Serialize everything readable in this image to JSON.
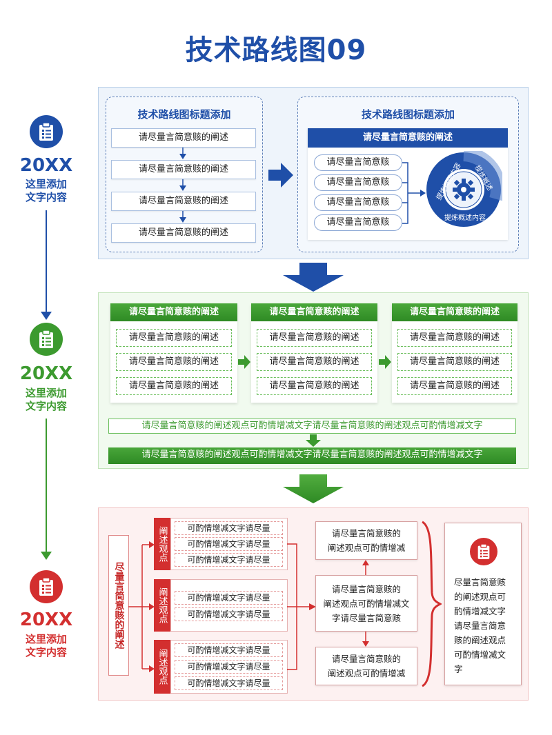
{
  "title": "技术路线图09",
  "timeline": [
    {
      "year": "20XX",
      "text": "这里添加\n文字内容",
      "color": "#1f4fa8",
      "icon": "clipboard-icon"
    },
    {
      "year": "20XX",
      "text": "这里添加\n文字内容",
      "color": "#3c9a2f",
      "icon": "clipboard-icon"
    },
    {
      "year": "20XX",
      "text": "这里添加\n文字内容",
      "color": "#d32f2f",
      "icon": "clipboard-icon"
    }
  ],
  "section1": {
    "left_title": "技术路线图标题添加",
    "left_items": [
      "请尽量言简意赅的阐述",
      "请尽量言简意赅的阐述",
      "请尽量言简意赅的阐述",
      "请尽量言简意赅的阐述"
    ],
    "right_title": "技术路线图标题添加",
    "right_bar": "请尽量言简意赅的阐述",
    "pills": [
      "请尽量言简意赅",
      "请尽量言简意赅",
      "请尽量言简意赅",
      "请尽量言简意赅"
    ],
    "cycle_labels": [
      "提炼概述内容",
      "提炼概述",
      "提炼概述内容"
    ]
  },
  "section2": {
    "cards": [
      {
        "head": "请尽量言简意赅的阐述",
        "items": [
          "请尽量言简意赅的阐述",
          "请尽量言简意赅的阐述",
          "请尽量言简意赅的阐述"
        ]
      },
      {
        "head": "请尽量言简意赅的阐述",
        "items": [
          "请尽量言简意赅的阐述",
          "请尽量言简意赅的阐述",
          "请尽量言简意赅的阐述"
        ]
      },
      {
        "head": "请尽量言简意赅的阐述",
        "items": [
          "请尽量言简意赅的阐述",
          "请尽量言简意赅的阐述",
          "请尽量言简意赅的阐述"
        ]
      }
    ],
    "line1": "请尽量言简意赅的阐述观点可酌情增减文字请尽量言简意赅的阐述观点可酌情增减文字",
    "line2": "请尽量言简意赅的阐述观点可酌情增减文字请尽量言简意赅的阐述观点可酌情增减文字"
  },
  "section3": {
    "vertical_title": "尽量言简意赅的阐述",
    "groups": [
      {
        "tag": "阐述观点",
        "items": [
          "可酌情增减文字请尽量",
          "可酌情增减文字请尽量",
          "可酌情增减文字请尽量"
        ]
      },
      {
        "tag": "阐述观点",
        "items": [
          "可酌情增减文字请尽量",
          "可酌情增减文字请尽量"
        ]
      },
      {
        "tag": "阐述观点",
        "items": [
          "可酌情增减文字请尽量",
          "可酌情增减文字请尽量",
          "可酌情增减文字请尽量"
        ]
      }
    ],
    "mid_top": "请尽量言简意赅的\n阐述观点可酌情增减",
    "mid_center": "请尽量言简意赅的\n阐述观点可酌情增减文\n字请尽量言简意赅",
    "mid_bottom": "请尽量言简意赅的\n阐述观点可酌情增减",
    "final_text": "尽量言简意赅\n的阐述观点可\n酌情增减文字\n请尽量言简意\n赅的阐述观点\n可酌情增减文\n字"
  }
}
